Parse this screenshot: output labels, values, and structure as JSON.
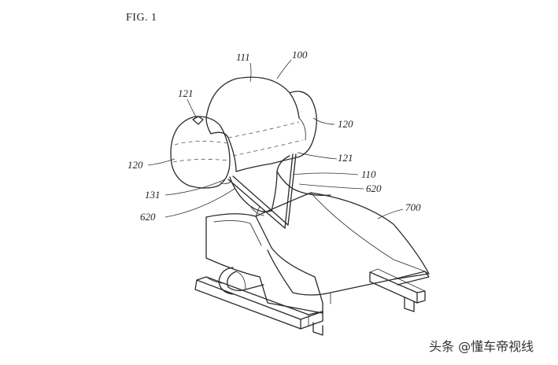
{
  "figure_label": "FIG. 1",
  "labels": {
    "l100": "100",
    "l111": "111",
    "l121a": "121",
    "l120a": "120",
    "l120b": "120",
    "l121b": "121",
    "l110": "110",
    "l620a": "620",
    "l131": "131",
    "l620b": "620",
    "l700": "700"
  },
  "watermark": {
    "text": "头条 @懂车帝视线",
    "icon": "camera-lens-icon"
  }
}
